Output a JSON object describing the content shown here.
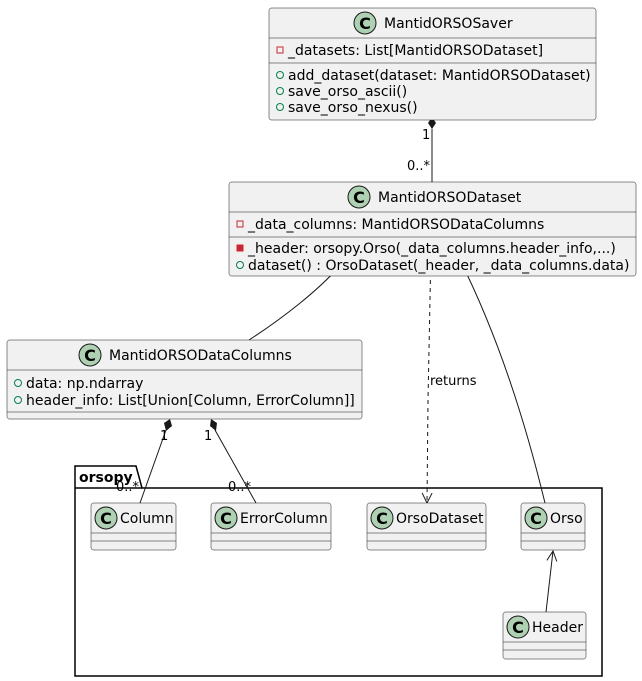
{
  "classes": {
    "saver": {
      "name": "MantidORSOSaver",
      "attributes": [
        {
          "vis": "private",
          "text": "_datasets: List[MantidORSODataset]"
        }
      ],
      "methods": [
        {
          "vis": "public",
          "text": "add_dataset(dataset: MantidORSODataset)"
        },
        {
          "vis": "public",
          "text": "save_orso_ascii()"
        },
        {
          "vis": "public",
          "text": "save_orso_nexus()"
        }
      ]
    },
    "dataset": {
      "name": "MantidORSODataset",
      "attributes": [
        {
          "vis": "private",
          "text": "_data_columns: MantidORSODataColumns"
        }
      ],
      "methods": [
        {
          "vis": "private-method",
          "text": "_header: orsopy.Orso(_data_columns.header_info,...)"
        },
        {
          "vis": "public",
          "text": "dataset() : OrsoDataset(_header, _data_columns.data)"
        }
      ]
    },
    "datacolumns": {
      "name": "MantidORSODataColumns",
      "attributes": [
        {
          "vis": "public",
          "text": "data: np.ndarray"
        },
        {
          "vis": "public",
          "text": "header_info: List[Union[Column, ErrorColumn]]"
        }
      ],
      "methods": []
    }
  },
  "package": {
    "name": "orsopy",
    "classes": {
      "column": "Column",
      "errorcolumn": "ErrorColumn",
      "orsodataset": "OrsoDataset",
      "orso": "Orso",
      "header": "Header"
    }
  },
  "relations": {
    "saver_dataset": {
      "from_mult": "1",
      "to_mult": "0..*"
    },
    "dc_column": {
      "from_mult": "1",
      "to_mult": "0..*"
    },
    "dc_errorcolumn": {
      "from_mult": "1",
      "to_mult": "0..*"
    },
    "dataset_orsodataset": {
      "label": "returns"
    }
  },
  "glyphs": {
    "class_badge": "C"
  },
  "colors": {
    "class_fill": "#f1f1f1",
    "badge_fill": "#add1b2",
    "border": "#181818",
    "private_attr": "#C82930",
    "public_member": "#038048"
  }
}
